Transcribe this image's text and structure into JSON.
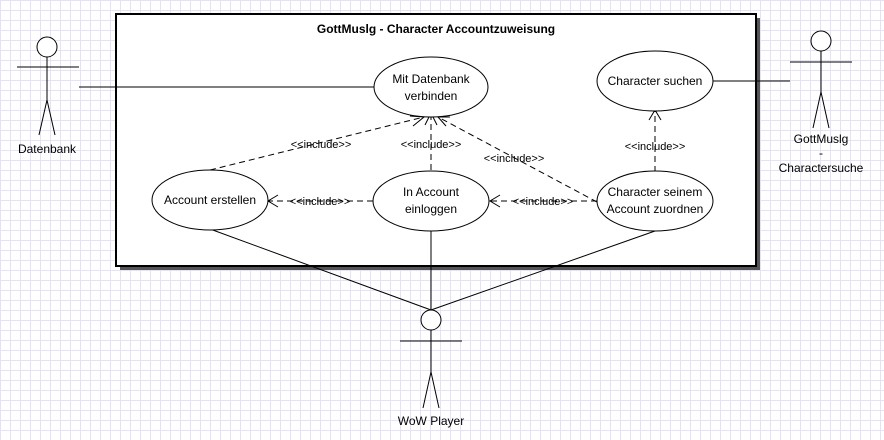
{
  "system": {
    "title": "GottMuslg - Character Accountzuweisung"
  },
  "actors": {
    "datenbank": "Datenbank",
    "charactersuche_line1": "GottMuslg",
    "charactersuche_line2": "-",
    "charactersuche_line3": "Charactersuche",
    "wow_player": "WoW Player"
  },
  "usecases": {
    "mit_datenbank_line1": "Mit Datenbank",
    "mit_datenbank_line2": "verbinden",
    "character_suchen": "Character suchen",
    "account_erstellen": "Account erstellen",
    "in_account_line1": "In Account",
    "in_account_line2": "einloggen",
    "character_zuordnen_line1": "Character seinem",
    "character_zuordnen_line2": "Account zuordnen"
  },
  "relations": {
    "include_1": "<<include>>",
    "include_2": "<<include>>",
    "include_3": "<<include>>",
    "include_4": "<<include>>",
    "include_5": "<<include>>",
    "include_6": "<<include>>"
  }
}
